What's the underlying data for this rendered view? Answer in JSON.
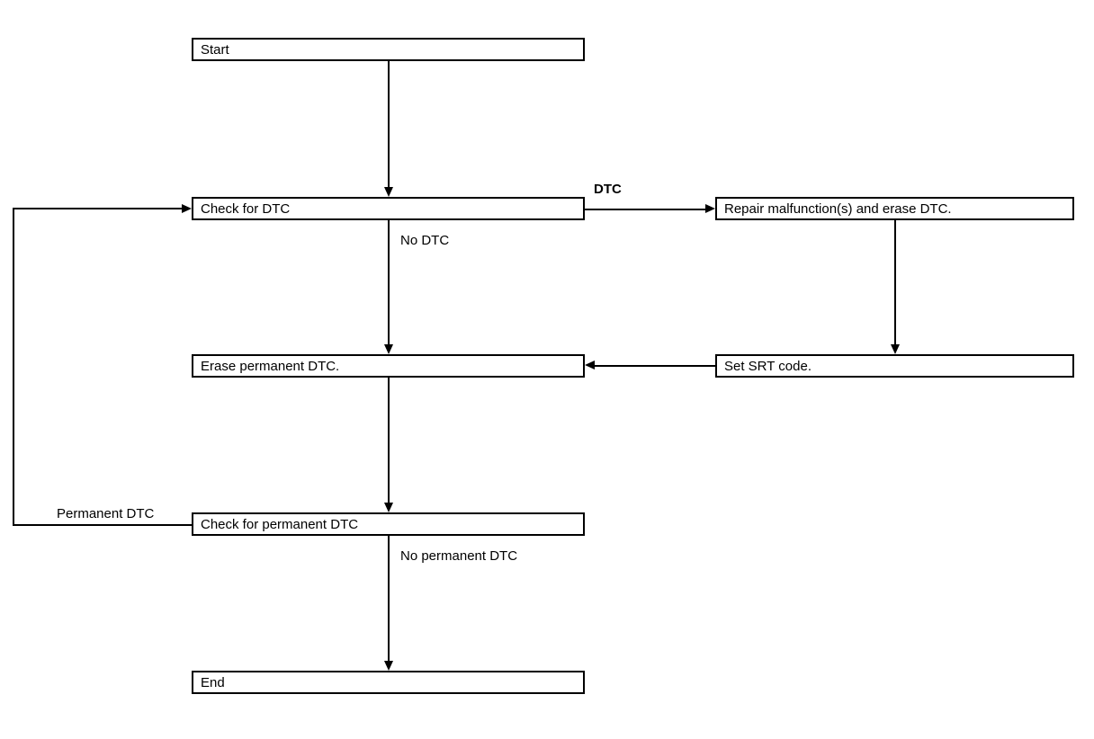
{
  "diagram": {
    "title": "DTC / Permanent DTC diagnostic flow chart",
    "background_color": "#ffffff",
    "line_color": "#000000",
    "nodes": [
      {
        "id": "start",
        "label": "Start"
      },
      {
        "id": "check-dtc",
        "label": "Check for DTC"
      },
      {
        "id": "repair",
        "label": "Repair malfunction(s) and erase DTC."
      },
      {
        "id": "set-srt",
        "label": "Set SRT code."
      },
      {
        "id": "erase-permanent",
        "label": "Erase permanent DTC."
      },
      {
        "id": "check-permanent",
        "label": "Check for permanent DTC"
      },
      {
        "id": "end",
        "label": "End"
      }
    ],
    "edge_labels": [
      {
        "id": "dtc",
        "text": "DTC"
      },
      {
        "id": "no-dtc",
        "text": "No DTC"
      },
      {
        "id": "permanent-dtc",
        "text": "Permanent DTC"
      },
      {
        "id": "no-permanent-dtc",
        "text": "No permanent DTC"
      }
    ]
  }
}
